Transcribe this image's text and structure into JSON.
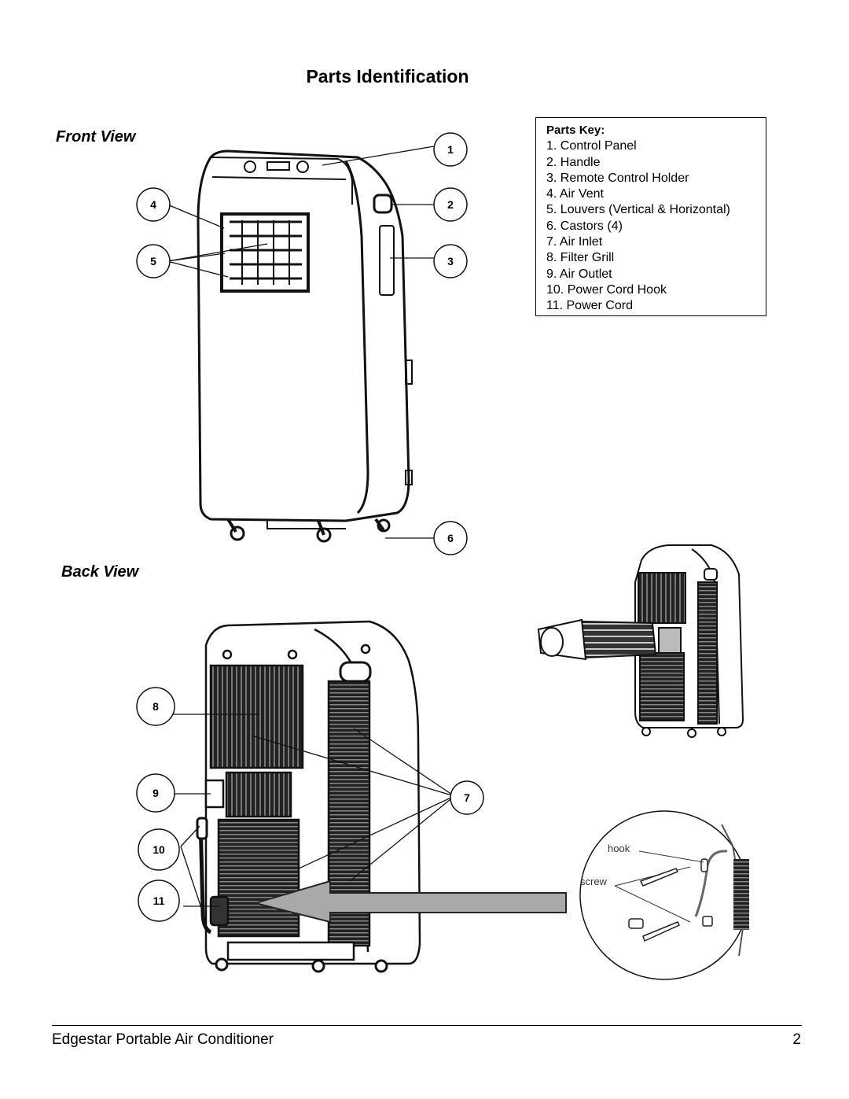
{
  "page": {
    "title": "Parts Identification",
    "front_view_label": "Front View",
    "back_view_label": "Back View"
  },
  "parts_key": {
    "title": "Parts Key:",
    "items": [
      "1. Control Panel",
      "2. Handle",
      "3. Remote Control Holder",
      "4. Air Vent",
      "5. Louvers (Vertical & Horizontal)",
      "6. Castors (4)",
      "7. Air Inlet",
      "8. Filter Grill",
      "9. Air Outlet",
      "10. Power Cord Hook",
      "11. Power Cord"
    ]
  },
  "callouts": {
    "c1": "1",
    "c2": "2",
    "c3": "3",
    "c4": "4",
    "c5": "5",
    "c6": "6",
    "c7": "7",
    "c8": "8",
    "c9": "9",
    "c10": "10",
    "c11": "11"
  },
  "detail_labels": {
    "hook": "hook",
    "screw": "screw"
  },
  "footer": {
    "title": "Edgestar Portable Air Conditioner",
    "page_number": "2"
  },
  "colors": {
    "text": "#000000",
    "arrow_fill": "#a9a9a9",
    "unit_dark": "#1a1a1a"
  }
}
